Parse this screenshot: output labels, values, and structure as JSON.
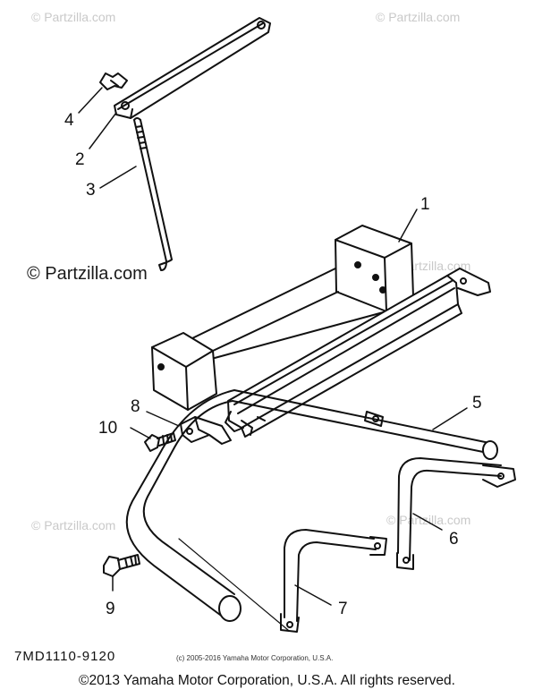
{
  "callouts": [
    "1",
    "2",
    "3",
    "4",
    "5",
    "6",
    "7",
    "8",
    "9",
    "10"
  ],
  "watermark_main": "© Partzilla.com",
  "watermark_faint": "© Partzilla.com",
  "diagram_code": "7MD1110-9120",
  "small_copyright": "(c) 2005-2016 Yamaha Motor Corporation, U.S.A.",
  "footer_copyright": "©2013 Yamaha Motor Corporation, U.S.A. All rights reserved."
}
